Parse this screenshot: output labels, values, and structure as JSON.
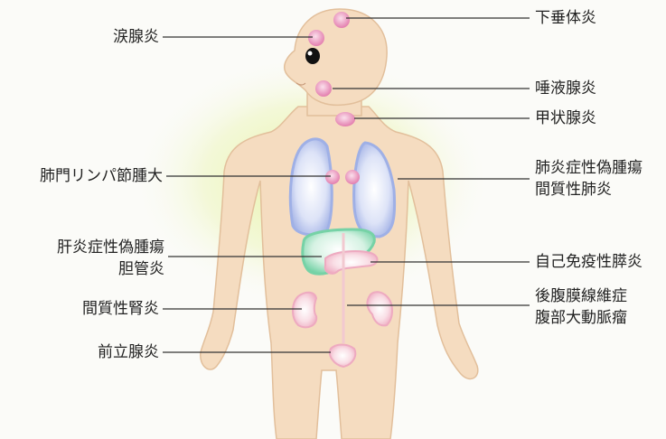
{
  "labels": {
    "lacrimal": "涙腺炎",
    "hilar": "肺門リンパ節腫大",
    "liver_1": "肝炎症性偽腫瘍",
    "liver_2": "胆管炎",
    "kidney": "間質性腎炎",
    "prostate": "前立腺炎",
    "pituitary": "下垂体炎",
    "salivary": "唾液腺炎",
    "thyroid": "甲状腺炎",
    "lung_1": "肺炎症性偽腫瘍",
    "lung_2": "間質性肺炎",
    "pancreas": "自己免疫性膵炎",
    "retro_1": "後腹膜線維症",
    "retro_2": "腹部大動脈瘤"
  },
  "colors": {
    "skin": "#f5dcc0",
    "skin_edge": "#e2bf9b",
    "glow": "#e4f29a",
    "lung": "#b9c4ec",
    "liver": "#9fe0c0",
    "organ_pink": "#f1b5c8",
    "gland": "#e88fb8",
    "line": "#333333"
  }
}
